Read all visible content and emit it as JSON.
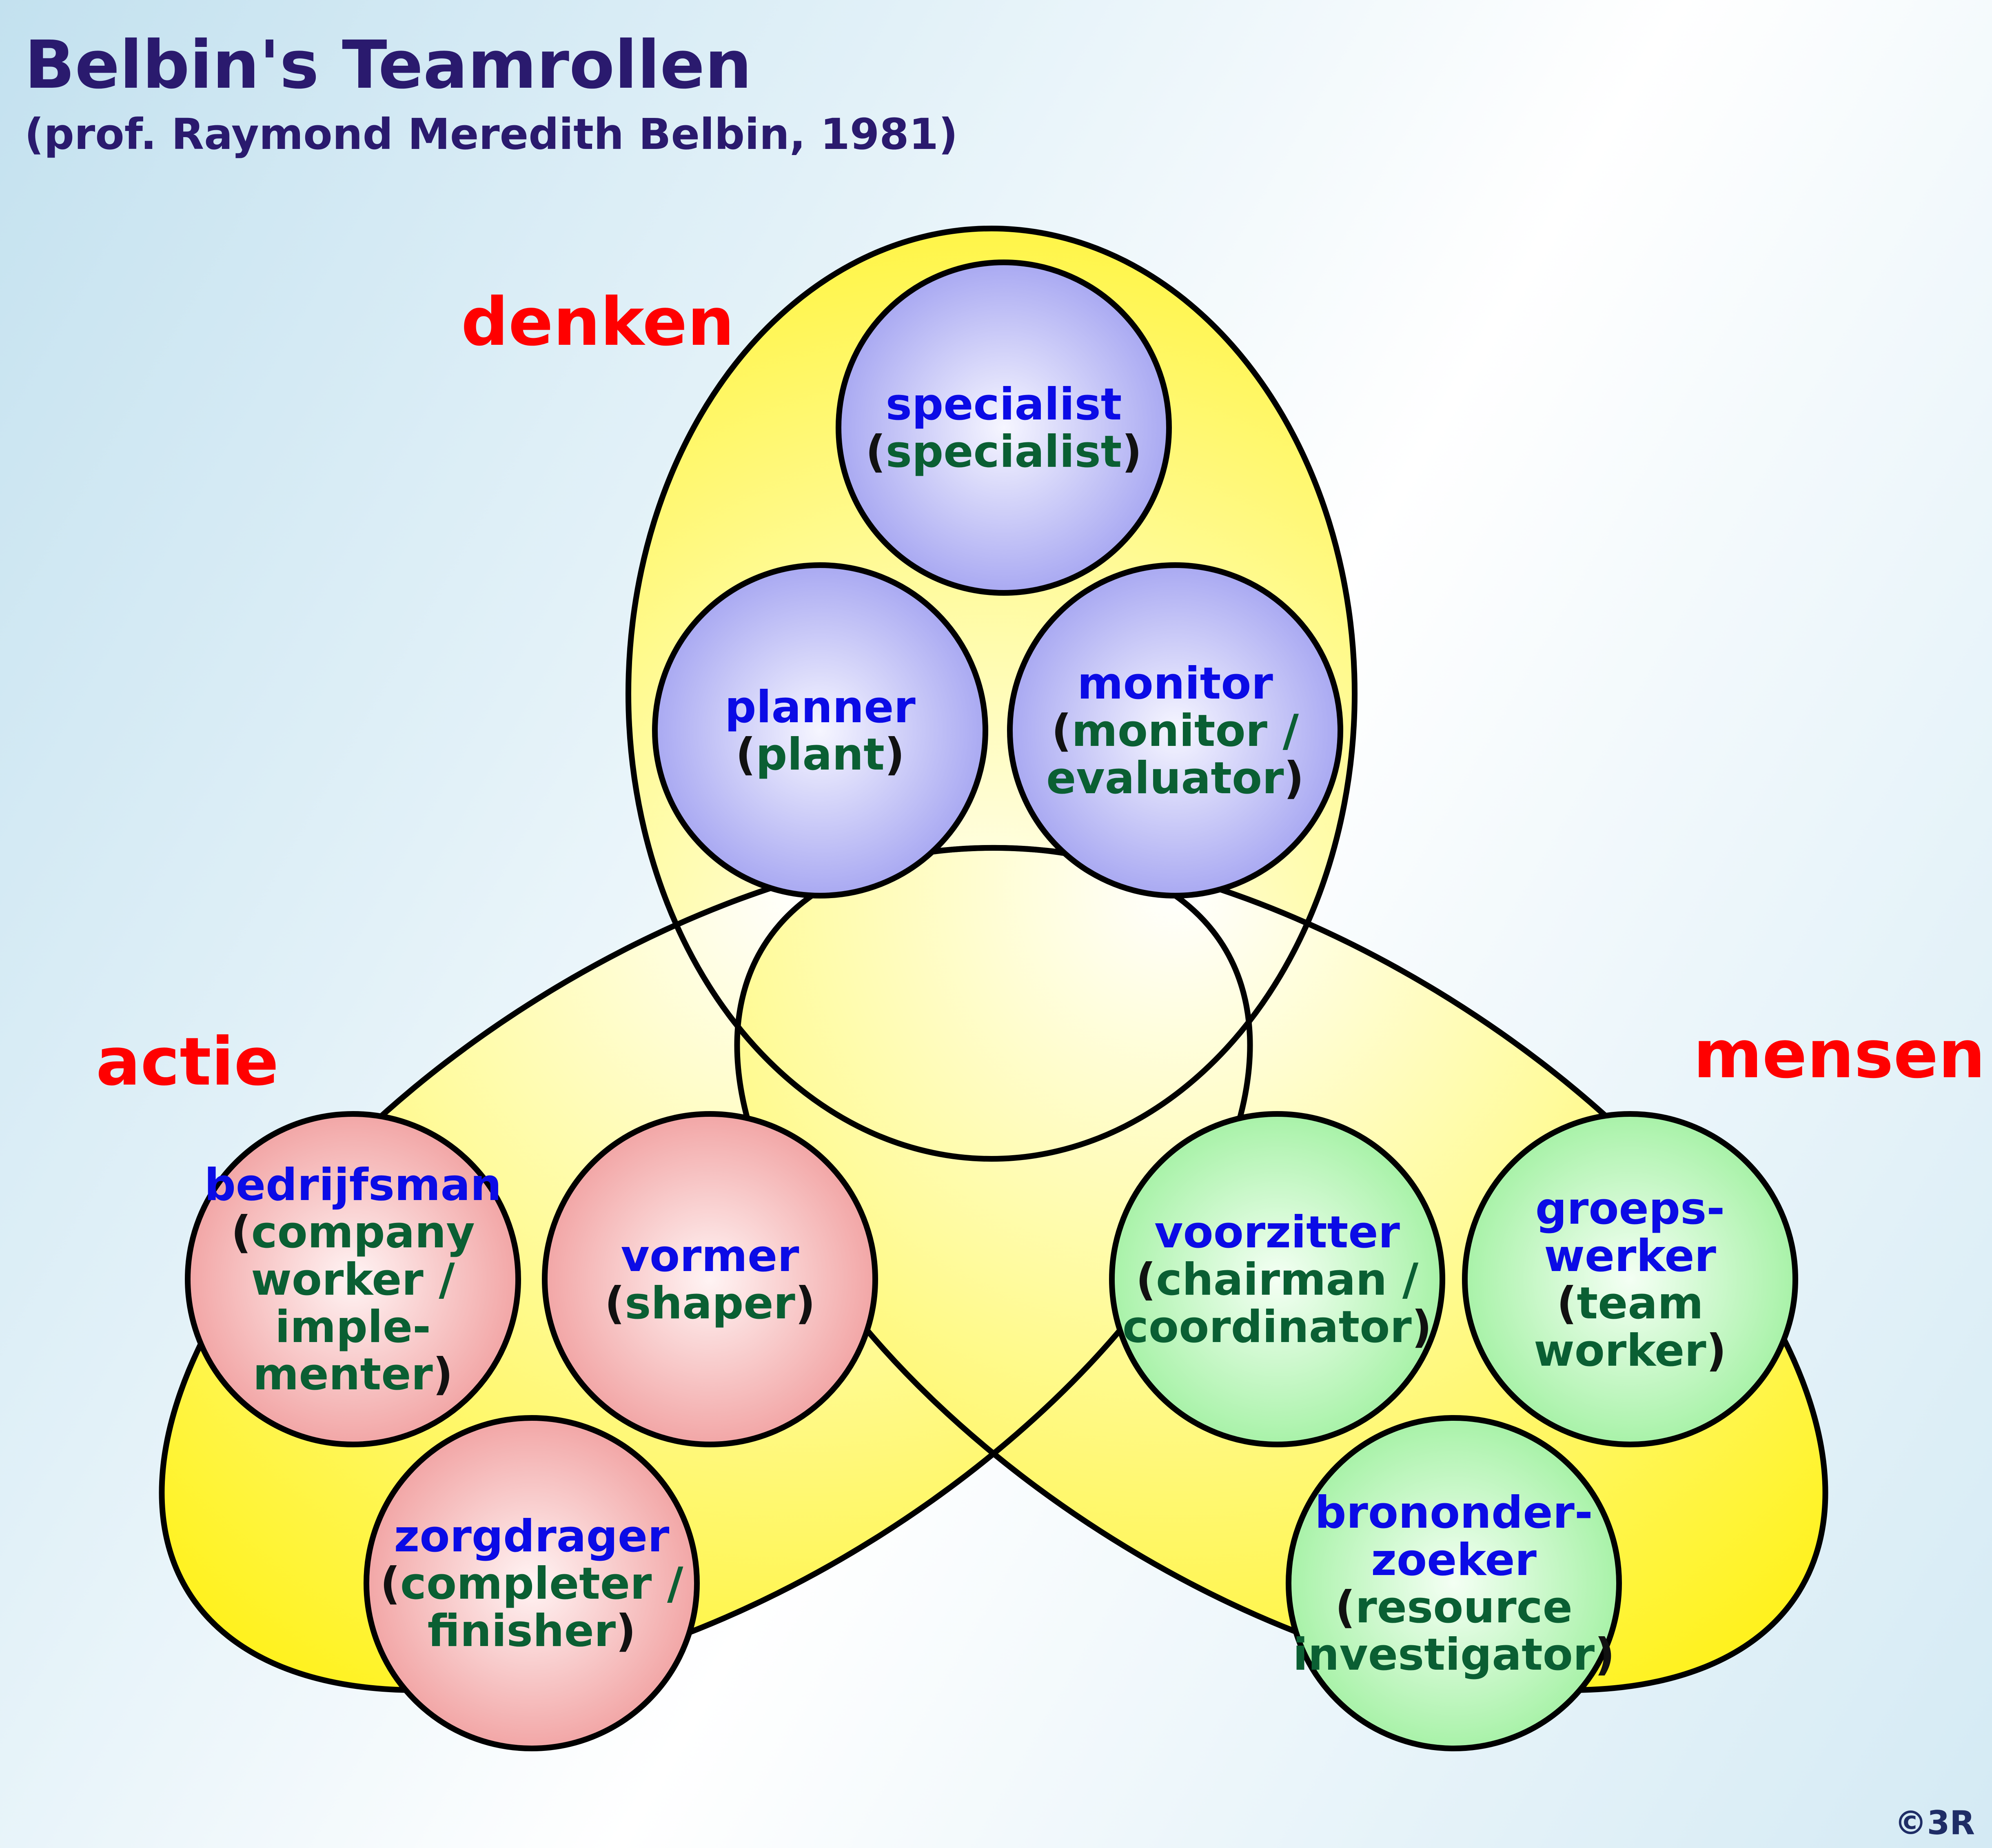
{
  "title": "Belbin's Teamrollen",
  "subtitle": "(prof. Raymond Meredith Belbin, 1981)",
  "groups": {
    "denken": "denken",
    "actie": "actie",
    "mensen": "mensen"
  },
  "roles": {
    "specialist": {
      "name": "specialist",
      "english": [
        "(specialist)"
      ]
    },
    "planner": {
      "name": "planner",
      "english": [
        "(plant)"
      ]
    },
    "monitor": {
      "name": "monitor",
      "english": [
        "(monitor /",
        "evaluator)"
      ]
    },
    "bedrijfsman": {
      "name": "bedrijfsman",
      "english": [
        "(company",
        "worker /",
        "imple-",
        "menter)"
      ]
    },
    "vormer": {
      "name": "vormer",
      "english": [
        "(shaper)"
      ]
    },
    "zorgdrager": {
      "name": "zorgdrager",
      "english": [
        "(completer /",
        "finisher)"
      ]
    },
    "voorzitter": {
      "name": "voorzitter",
      "english": [
        "(chairman /",
        "coordinator)"
      ]
    },
    "groepswerker": {
      "name": [
        "groeps-",
        "werker"
      ],
      "english": [
        "(team",
        "worker)"
      ]
    },
    "brononderzoeker": {
      "name": [
        "brononder-",
        "zoeker"
      ],
      "english": [
        "(resource",
        "investigator)"
      ]
    }
  },
  "copyright": "©3R",
  "colors": {
    "title": "#2a1a6e",
    "group_label": "#ff0000",
    "role_name": "#0b0be6",
    "role_english": "#0a5f33",
    "ellipse_fill": "#fff21f",
    "think_circle": "#a9a9f2",
    "action_circle": "#f2a6a6",
    "people_circle": "#a8f2a8"
  }
}
